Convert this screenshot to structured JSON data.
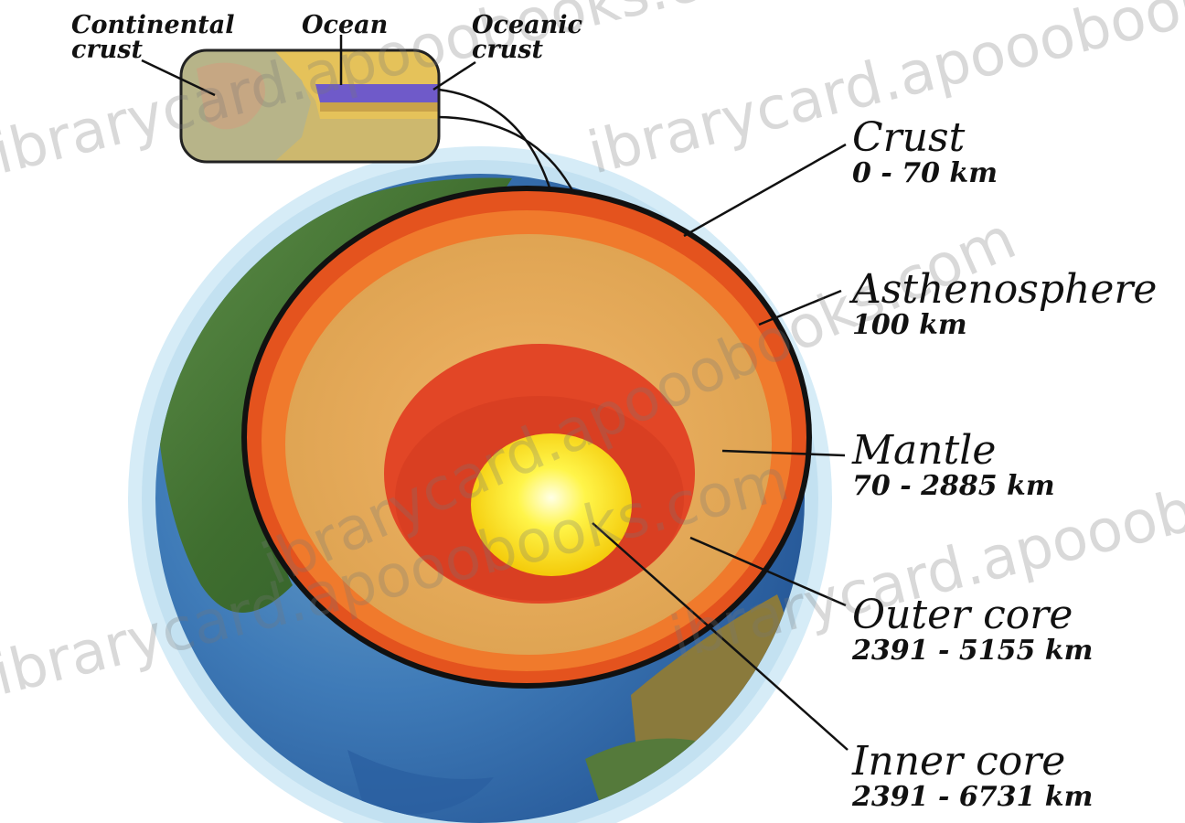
{
  "inset": {
    "continental_crust": [
      "Continental",
      "crust"
    ],
    "ocean": "Ocean",
    "oceanic_crust": [
      "Oceanic",
      "crust"
    ]
  },
  "layers": [
    {
      "id": "crust",
      "name": "Crust",
      "range": "0 - 70 km"
    },
    {
      "id": "asthenosphere",
      "name": "Asthenosphere",
      "range": "100 km"
    },
    {
      "id": "mantle",
      "name": "Mantle",
      "range": "70 - 2885 km"
    },
    {
      "id": "outer-core",
      "name": "Outer core",
      "range": "2391 - 5155 km"
    },
    {
      "id": "inner-core",
      "name": "Inner core",
      "range": "2391 - 6731 km"
    }
  ],
  "watermarks": [
    "ibrarycard.apooobooks.com",
    "ibrarycard.apooobooks.com",
    "ibrarycard.apooobooks.com",
    "ibrarycard.apooobooks.com",
    "ibrarycard.apooobooks.com"
  ],
  "colors": {
    "crust": "#e4531e",
    "asthenosphere": "#f07a2c",
    "mantle": "#e8a958",
    "outer_core": "#e24626",
    "inner_core": "#ffe400",
    "ocean_blue": "#2f62b0",
    "land_green": "#4b7b38",
    "halo": "#cfe6f3"
  }
}
